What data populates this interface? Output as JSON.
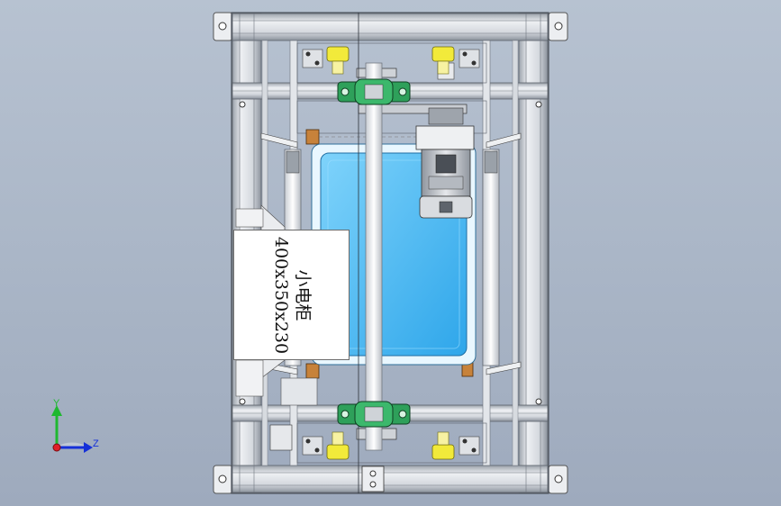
{
  "cabinet_label": {
    "name_line": "小电柜",
    "dims_line": "400x350x230"
  },
  "triad": {
    "y_label": "Y",
    "z_label": "Z",
    "colors": {
      "y": "#1fb830",
      "z": "#1530d8",
      "x": "#e0202a"
    }
  },
  "colors": {
    "frame": "#d9dde3",
    "tank": "#44b7f2",
    "bearing": "#2ea05a",
    "yellow_part": "#f2ea3a",
    "motor": "#c9ccd1"
  }
}
